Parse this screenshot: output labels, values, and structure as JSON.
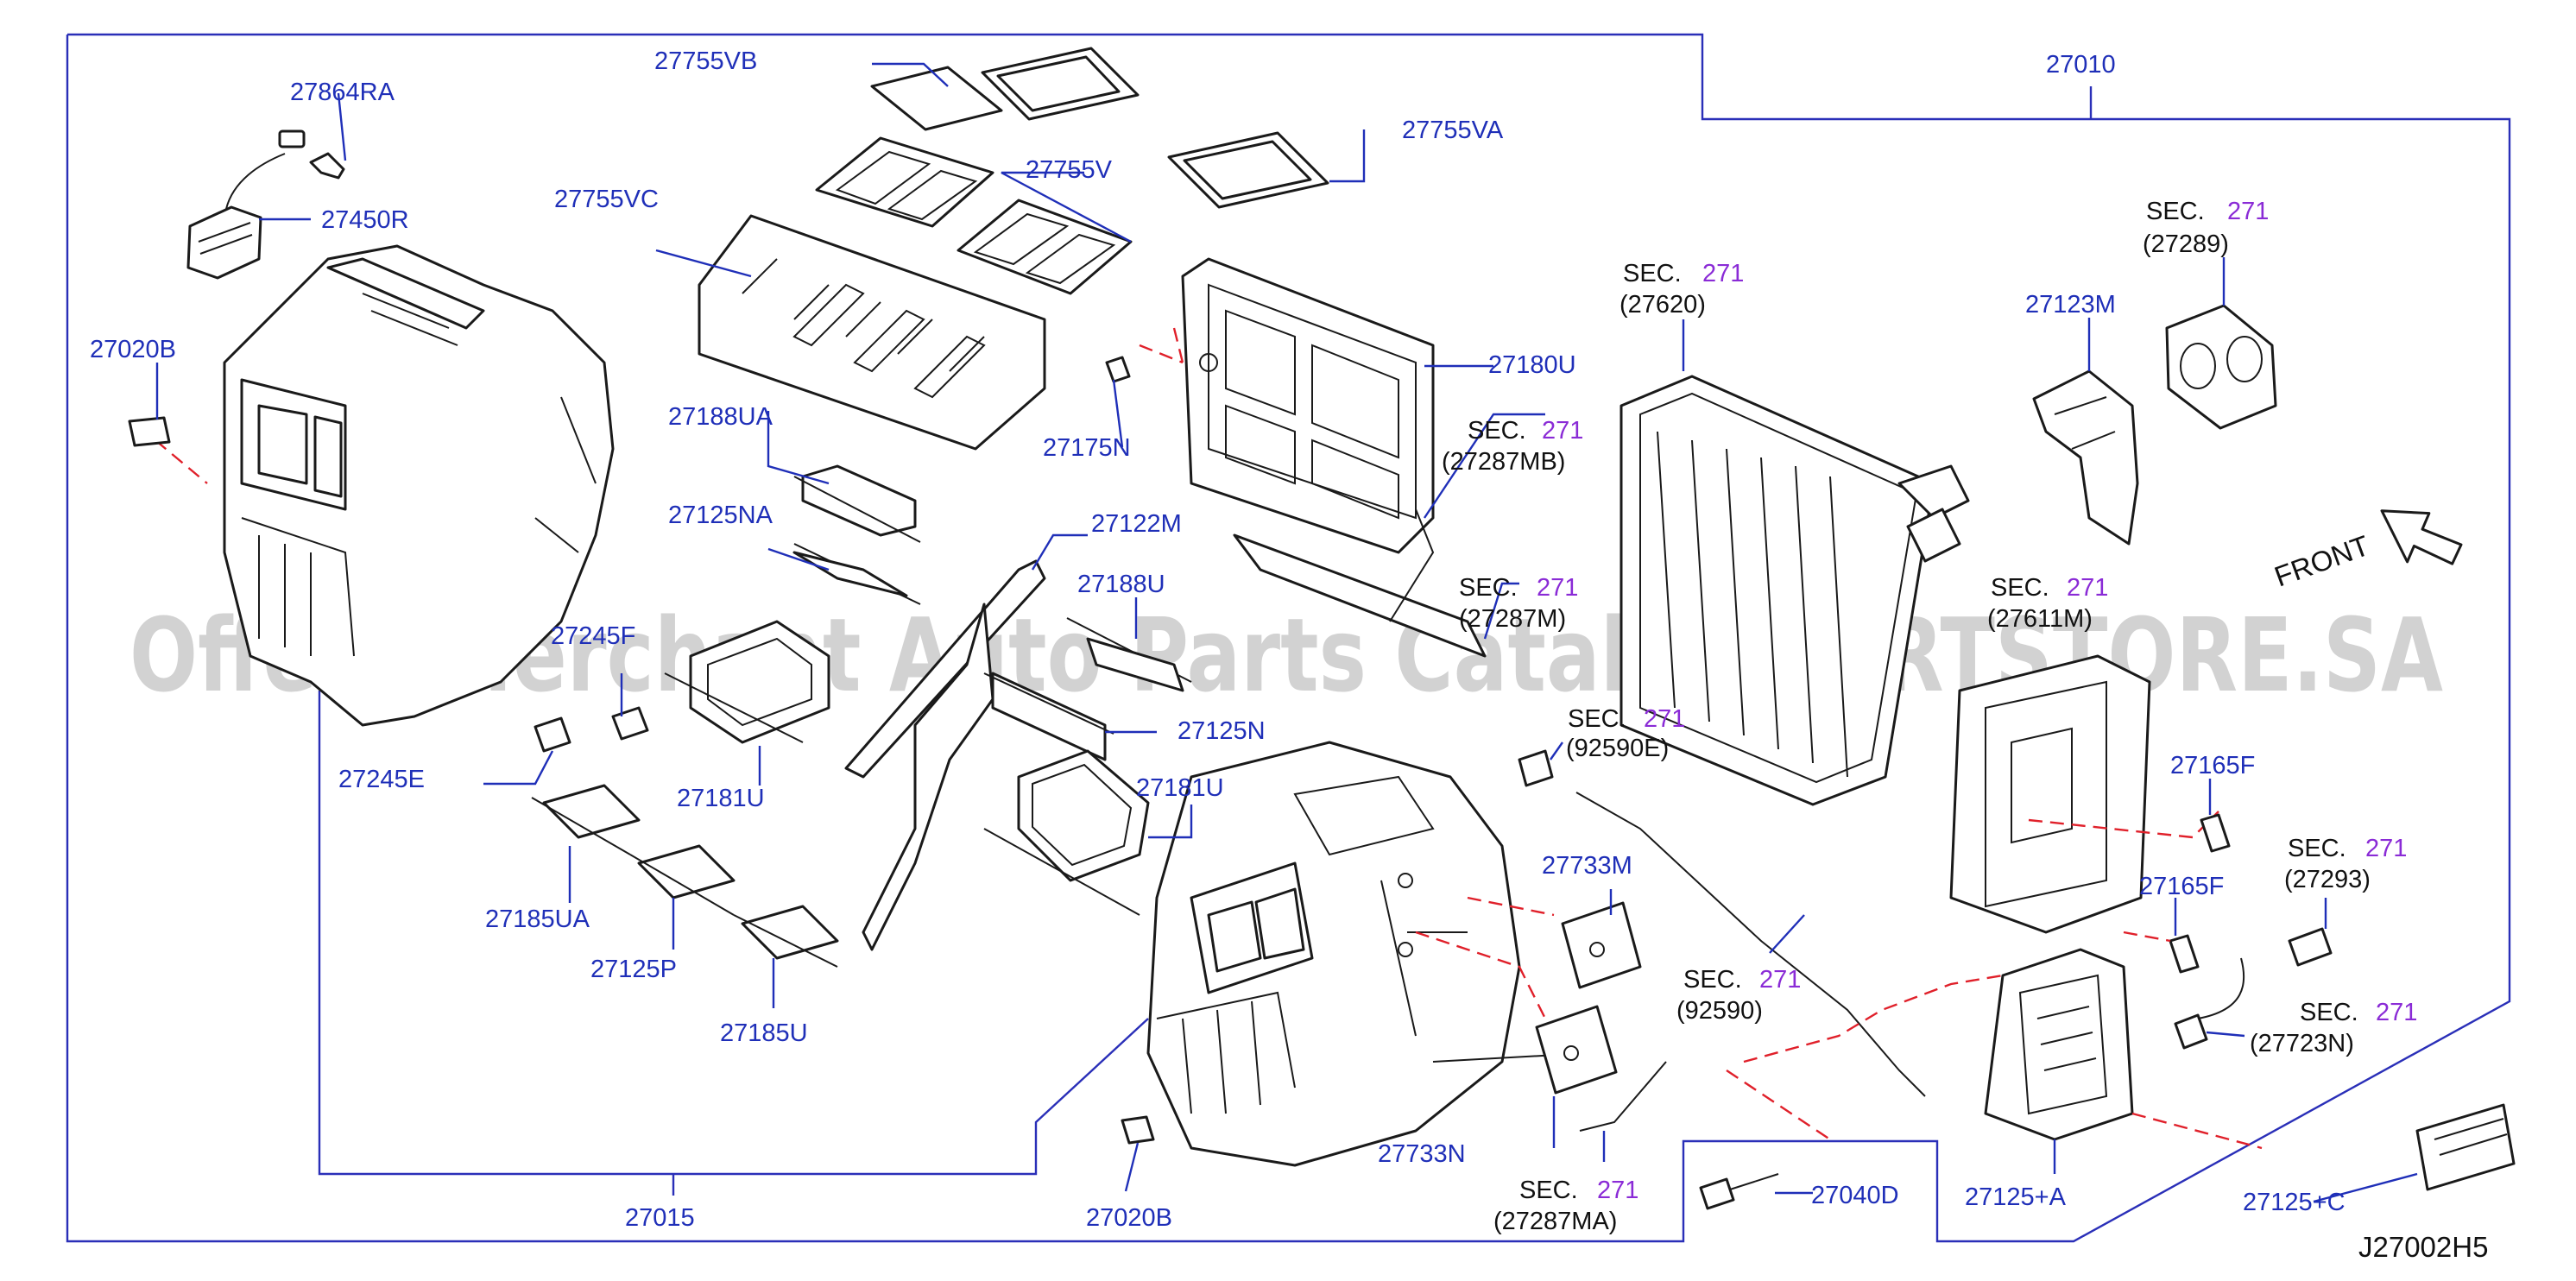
{
  "diagram_code": "J27002H5",
  "watermark": "Offers Merchant Auto Parts Catalog PARTSTORE.SA",
  "front_label": "FRONT",
  "labels": {
    "p27010": "27010",
    "p27015": "27015",
    "p27020B_top": "27020B",
    "p27020B_bottom": "27020B",
    "p27864RA": "27864RA",
    "p27450R": "27450R",
    "p27755VB": "27755VB",
    "p27755VA": "27755VA",
    "p27755V": "27755V",
    "p27755VC": "27755VC",
    "p27180U": "27180U",
    "p27175N": "27175N",
    "p27188UA": "27188UA",
    "p27125NA": "27125NA",
    "p27122M": "27122M",
    "p27188U": "27188U",
    "p27245F": "27245F",
    "p27245E": "27245E",
    "p27181U_left": "27181U",
    "p27125N": "27125N",
    "p27181U_right": "27181U",
    "p27185UA": "27185UA",
    "p27125P": "27125P",
    "p27185U": "27185U",
    "p27733M": "27733M",
    "p27733N": "27733N",
    "p27123M": "27123M",
    "p27165F_upper": "27165F",
    "p27165F_lower": "27165F",
    "p27040D": "27040D",
    "p27125A": "27125+A",
    "p27125C": "27125+C"
  },
  "sec_refs": [
    {
      "id": "sec-27289",
      "sec": "SEC.",
      "num": "271",
      "ref": "(27289)"
    },
    {
      "id": "sec-27620",
      "sec": "SEC.",
      "num": "271",
      "ref": "(27620)"
    },
    {
      "id": "sec-27287MB",
      "sec": "SEC.",
      "num": "271",
      "ref": "(27287MB)"
    },
    {
      "id": "sec-27287M",
      "sec": "SEC.",
      "num": "271",
      "ref": "(27287M)"
    },
    {
      "id": "sec-27611M",
      "sec": "SEC.",
      "num": "271",
      "ref": "(27611M)"
    },
    {
      "id": "sec-92590E",
      "sec": "SEC.",
      "num": "271",
      "ref": "(92590E)"
    },
    {
      "id": "sec-27293",
      "sec": "SEC.",
      "num": "271",
      "ref": "(27293)"
    },
    {
      "id": "sec-92590",
      "sec": "SEC.",
      "num": "271",
      "ref": "(92590)"
    },
    {
      "id": "sec-27723N",
      "sec": "SEC.",
      "num": "271",
      "ref": "(27723N)"
    },
    {
      "id": "sec-27287MA",
      "sec": "SEC.",
      "num": "271",
      "ref": "(27287MA)"
    }
  ]
}
